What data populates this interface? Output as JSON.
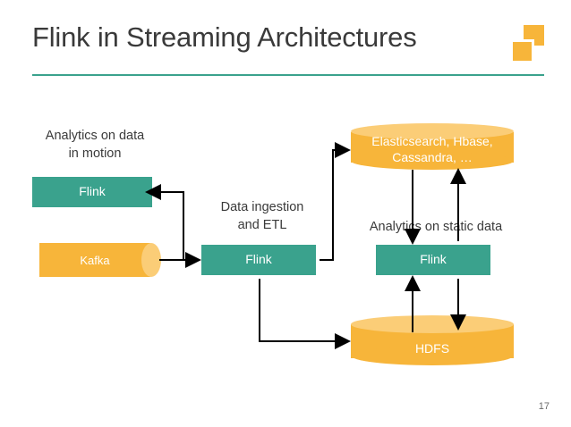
{
  "slide": {
    "title": "Flink in Streaming Architectures",
    "page_number": "17",
    "accent_color": "#3aa28d",
    "amber_color": "#f7b53a"
  },
  "labels": {
    "analytics_in_motion": "Analytics on data\nin motion",
    "data_ingestion": "Data ingestion\nand ETL",
    "analytics_static": "Analytics on static data"
  },
  "nodes": {
    "flink_top": "Flink",
    "kafka": "Kafka",
    "flink_center": "Flink",
    "flink_right": "Flink",
    "elasticsearch": "Elasticsearch, Hbase,\nCassandra, …",
    "hdfs": "HDFS"
  }
}
